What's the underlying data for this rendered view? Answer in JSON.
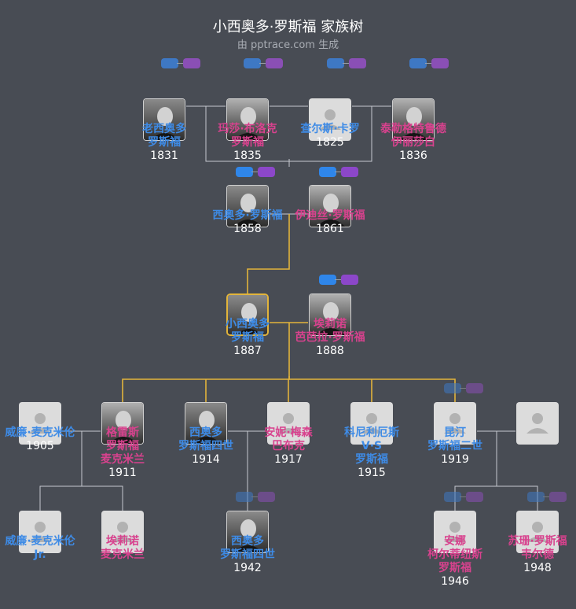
{
  "header": {
    "title": "小西奥多·罗斯福 家族树",
    "subtitle": "由 pptrace.com 生成"
  },
  "people": [
    {
      "id": "p1",
      "lines": [
        "老西奥多",
        "罗斯福"
      ],
      "year": "1831",
      "gender": "m",
      "photo": "portrait-photo"
    },
    {
      "id": "p2",
      "lines": [
        "玛莎·布洛克",
        "罗斯福"
      ],
      "year": "1835",
      "gender": "f",
      "photo": "portrait-photo"
    },
    {
      "id": "p3",
      "lines": [
        "查尔斯·卡罗"
      ],
      "year": "1825",
      "gender": "m",
      "photo": "placeholder"
    },
    {
      "id": "p4",
      "lines": [
        "泰勒格特鲁德",
        "伊丽莎白"
      ],
      "year": "1836",
      "gender": "f",
      "photo": "portrait-photo"
    },
    {
      "id": "p5",
      "lines": [
        "西奥多·罗斯福"
      ],
      "year": "1858",
      "gender": "m",
      "photo": "portrait-photo"
    },
    {
      "id": "p6",
      "lines": [
        "伊迪丝·罗斯福"
      ],
      "year": "1861",
      "gender": "f",
      "photo": "portrait-photo"
    },
    {
      "id": "p7",
      "lines": [
        "小西奥多",
        "罗斯福"
      ],
      "year": "1887",
      "gender": "m",
      "photo": "portrait-photo",
      "selected": true
    },
    {
      "id": "p8",
      "lines": [
        "埃莉诺",
        "芭芭拉·罗斯福"
      ],
      "year": "1888",
      "gender": "f",
      "photo": "portrait-photo"
    },
    {
      "id": "p9",
      "lines": [
        "威廉·麦克米伦"
      ],
      "year": "1905",
      "gender": "m",
      "photo": "placeholder"
    },
    {
      "id": "p10",
      "lines": [
        "格雷斯",
        "罗斯福",
        "麦克米兰"
      ],
      "year": "1911",
      "gender": "f",
      "photo": "portrait-photo"
    },
    {
      "id": "p11",
      "lines": [
        "西奥多",
        "罗斯福四世"
      ],
      "year": "1914",
      "gender": "m",
      "photo": "portrait-photo"
    },
    {
      "id": "p12",
      "lines": [
        "安妮·梅森",
        "巴布克"
      ],
      "year": "1917",
      "gender": "f",
      "photo": "placeholder"
    },
    {
      "id": "p13",
      "lines": [
        "科尼利厄斯",
        "V·S",
        "罗斯福"
      ],
      "year": "1915",
      "gender": "m",
      "photo": "placeholder"
    },
    {
      "id": "p14",
      "lines": [
        "昆汀",
        "罗斯福二世"
      ],
      "year": "1919",
      "gender": "m",
      "photo": "placeholder"
    },
    {
      "id": "p15",
      "lines": [],
      "year": "",
      "gender": "f",
      "photo": "placeholder"
    },
    {
      "id": "p16",
      "lines": [
        "威廉·麦克米伦",
        "Jr."
      ],
      "year": "",
      "gender": "m",
      "photo": "placeholder"
    },
    {
      "id": "p17",
      "lines": [
        "埃莉诺",
        "麦克米兰"
      ],
      "year": "",
      "gender": "f",
      "photo": "placeholder"
    },
    {
      "id": "p18",
      "lines": [
        "西奥多",
        "罗斯福四世"
      ],
      "year": "1942",
      "gender": "m",
      "photo": "portrait-photo"
    },
    {
      "id": "p19",
      "lines": [
        "安娜",
        "柯尔蒂纽斯",
        "罗斯福"
      ],
      "year": "1946",
      "gender": "f",
      "photo": "placeholder"
    },
    {
      "id": "p20",
      "lines": [
        "苏珊·罗斯福",
        "韦尔德"
      ],
      "year": "1948",
      "gender": "f",
      "photo": "placeholder"
    }
  ],
  "colors": {
    "background": "#484c54",
    "male": "#3e8be6",
    "female": "#d8428e",
    "connector": "#c6c9cf",
    "highlight": "#e2b43b"
  }
}
